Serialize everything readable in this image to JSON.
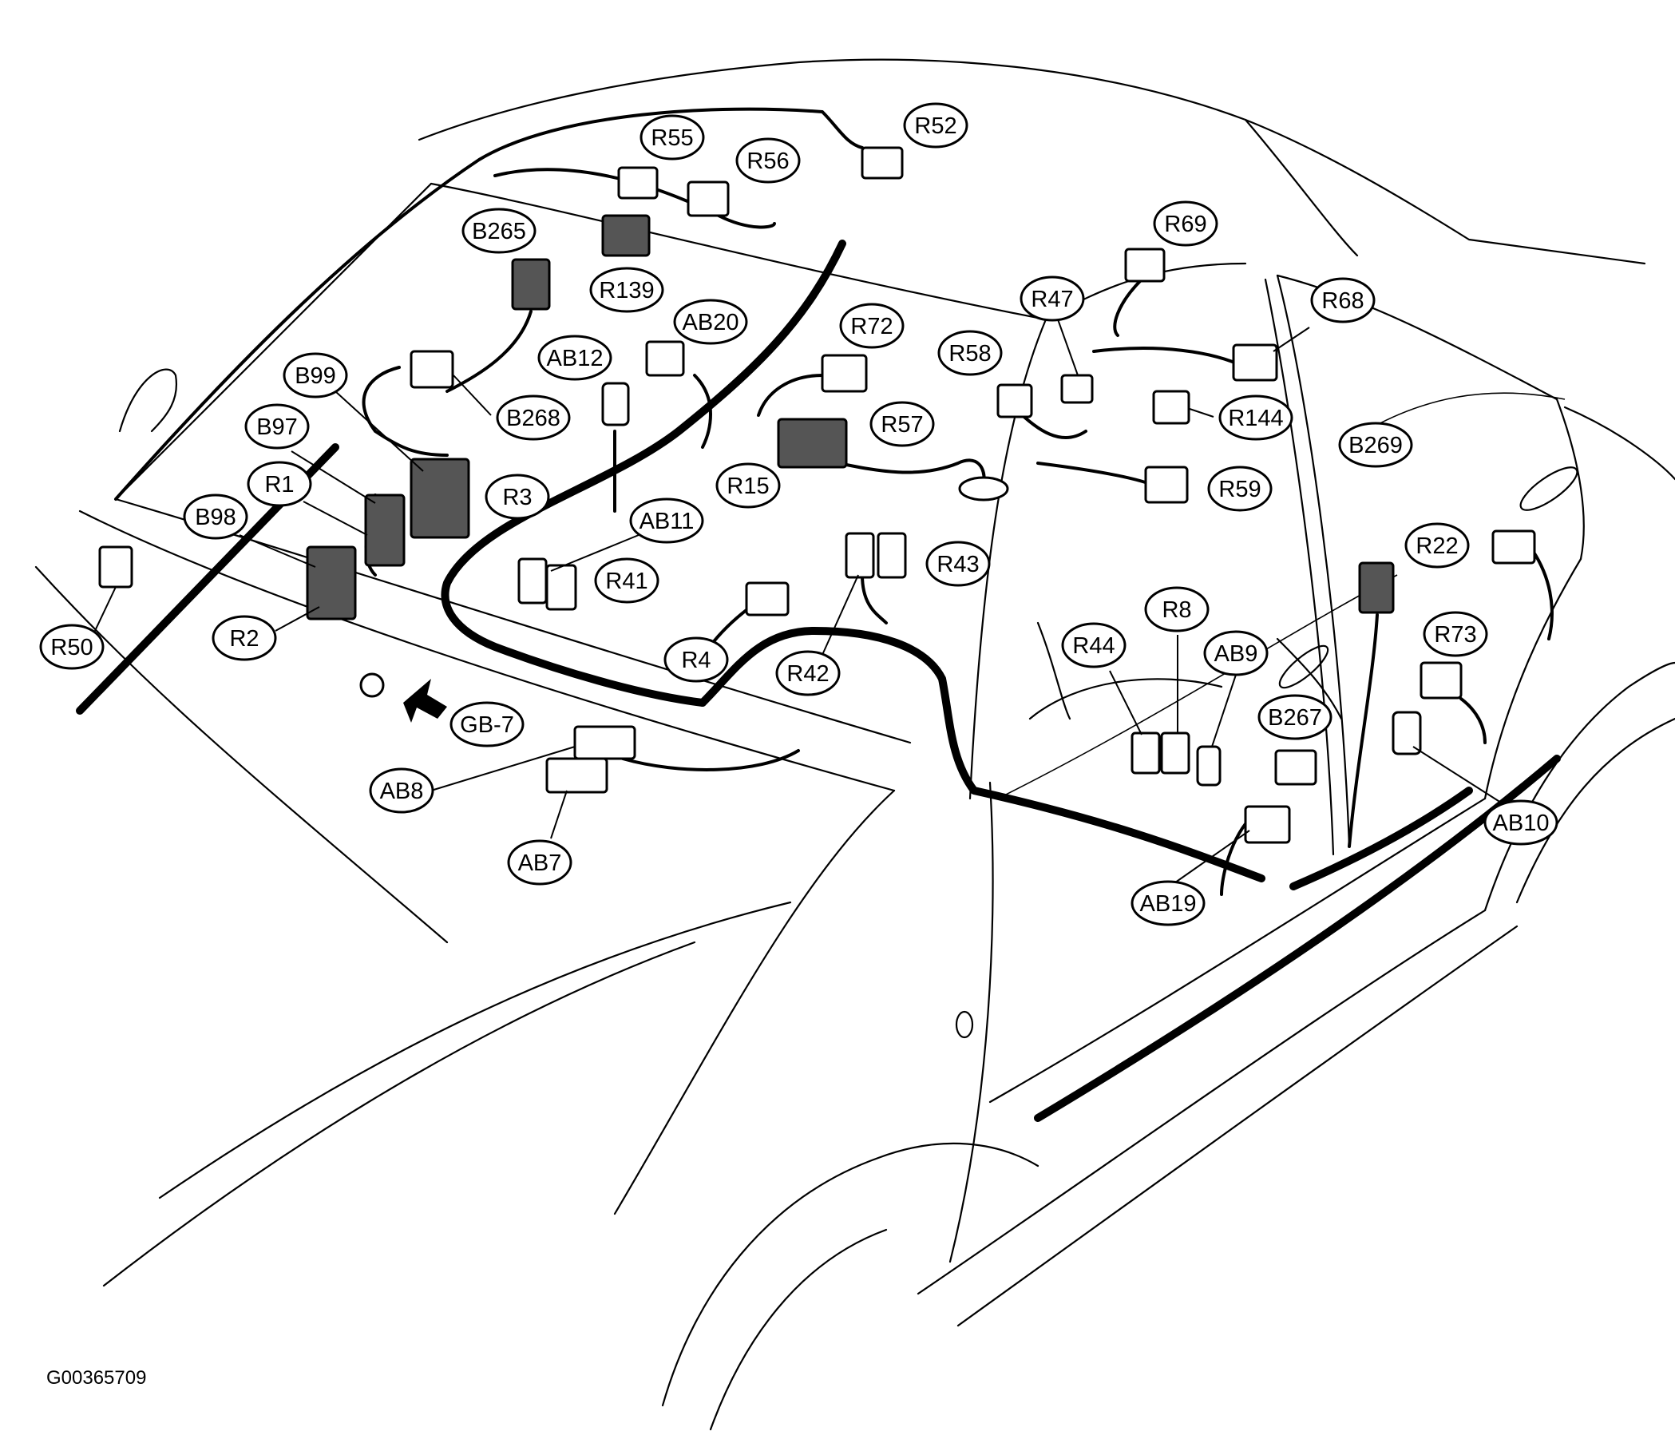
{
  "figure_code": "G00365709",
  "labels": [
    "R55",
    "R52",
    "R56",
    "B265",
    "R139",
    "AB20",
    "R72",
    "R69",
    "R47",
    "R68",
    "AB12",
    "B99",
    "R58",
    "B268",
    "R144",
    "R57",
    "B97",
    "R1",
    "R3",
    "R15",
    "R59",
    "B269",
    "AB11",
    "B98",
    "R41",
    "R43",
    "R22",
    "R50",
    "R2",
    "R4",
    "R8",
    "R44",
    "AB9",
    "R42",
    "R73",
    "GB-7",
    "B267",
    "AB8",
    "AB10",
    "AB7",
    "AB19"
  ],
  "connectors": {
    "light": [
      "R50",
      "R55",
      "R56",
      "R52",
      "B268",
      "AB20",
      "AB12",
      "R72",
      "R69",
      "R68",
      "R58",
      "R47",
      "R144",
      "R59",
      "R41",
      "AB11",
      "R4",
      "R42",
      "R43",
      "R22",
      "R73",
      "AB10",
      "R44",
      "R8",
      "AB9",
      "B267",
      "AB19",
      "AB8",
      "AB7"
    ],
    "shaded": [
      "B265",
      "R139",
      "B99",
      "R3",
      "B97",
      "R1",
      "B98",
      "R2",
      "R57",
      "B269"
    ]
  }
}
